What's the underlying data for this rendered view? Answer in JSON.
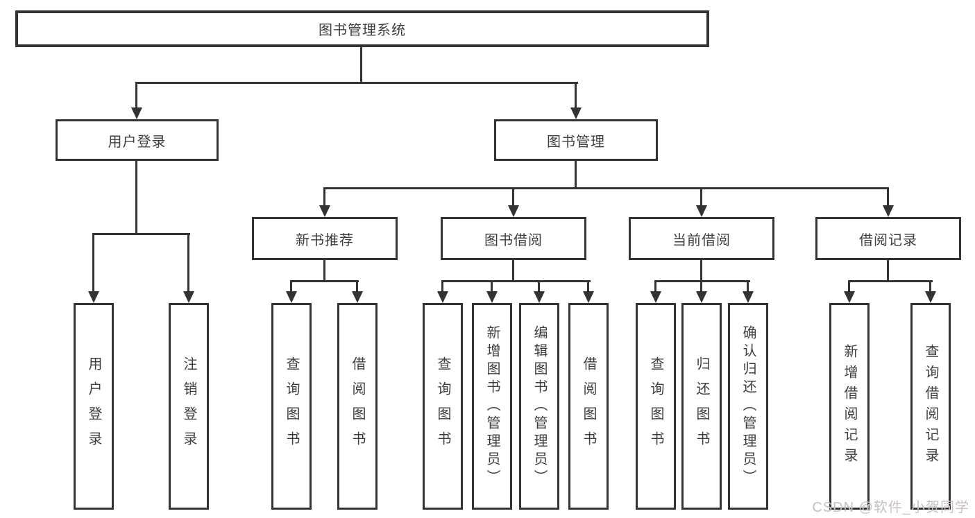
{
  "colors": {
    "line": "#333333",
    "node_border": "#333333",
    "node_text": "#3d3d42",
    "background": "#ffffff",
    "watermark": "#c8c0c2"
  },
  "nodes": {
    "root": {
      "label": "图书管理系统"
    },
    "user_login": {
      "label": "用户登录"
    },
    "book_management": {
      "label": "图书管理"
    },
    "new_book_recommend": {
      "label": "新书推荐"
    },
    "book_borrowing": {
      "label": "图书借阅"
    },
    "current_borrowing": {
      "label": "当前借阅"
    },
    "borrowing_records": {
      "label": "借阅记录"
    },
    "leaf_user_login": {
      "label": "用户登录"
    },
    "leaf_logout": {
      "label": "注销登录"
    },
    "leaf_nb_query_books": {
      "label": "查询图书"
    },
    "leaf_nb_borrow_books": {
      "label": "借阅图书"
    },
    "leaf_bb_query_books": {
      "label": "查询图书"
    },
    "leaf_bb_add_books": {
      "label": "新增图书（管理员）"
    },
    "leaf_bb_edit_books": {
      "label": "编辑图书（管理员）"
    },
    "leaf_bb_borrow_books": {
      "label": "借阅图书"
    },
    "leaf_cb_query_books": {
      "label": "查询图书"
    },
    "leaf_cb_return_books": {
      "label": "归还图书"
    },
    "leaf_cb_confirm_return": {
      "label": "确认归还（管理员）"
    },
    "leaf_br_add_record": {
      "label": "新增借阅记录"
    },
    "leaf_br_query_record": {
      "label": "查询借阅记录"
    }
  },
  "watermark": {
    "text": "CSDN @软件_小贺同学"
  }
}
